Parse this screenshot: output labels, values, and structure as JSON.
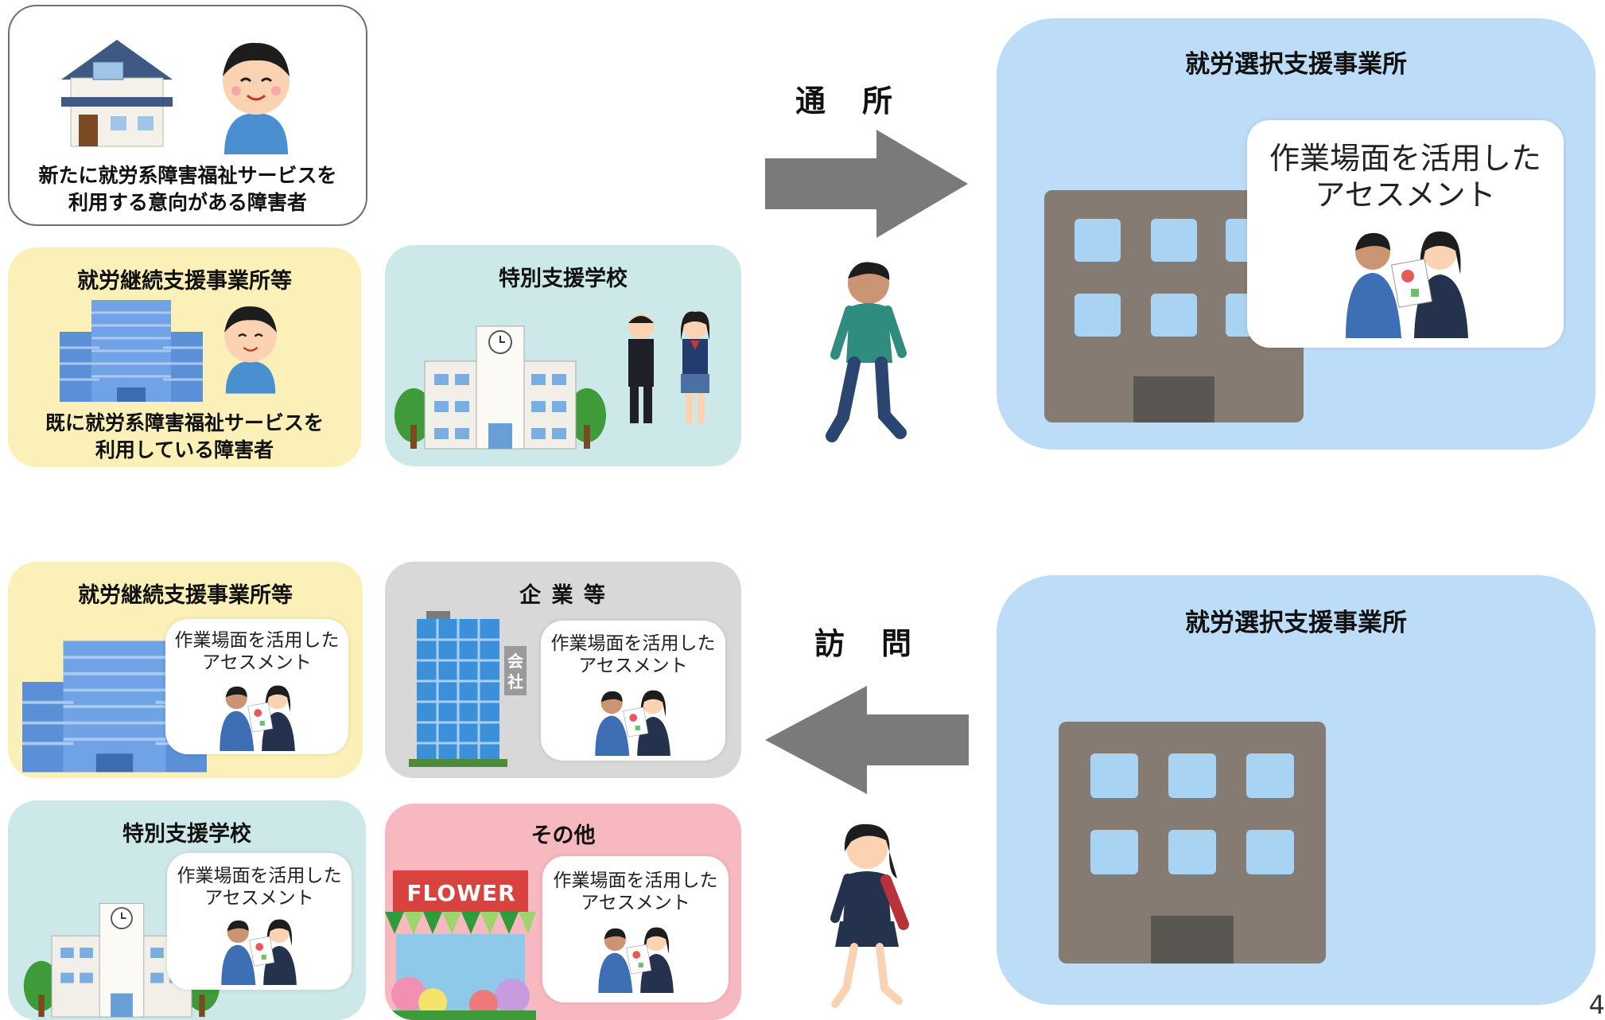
{
  "colors": {
    "yellow_box": "#fbf1b8",
    "teal_box": "#cde8e8",
    "gray_box": "#d8d8d8",
    "pink_box": "#f7b9bf",
    "blue_box": "#bcdcf8",
    "arrow": "#7a7a7a",
    "outline_box": "#ffffff"
  },
  "top": {
    "new_user_caption": "新たに就労系障害福祉サービスを\n利用する意向がある障害者",
    "continuing_title": "就労継続支援事業所等",
    "continuing_caption": "既に就労系障害福祉サービスを\n利用している障害者",
    "school_title": "特別支援学校",
    "direction_label": "通　所",
    "office_title": "就労選択支援事業所",
    "assessment_text": "作業場面を活用した\nアセスメント"
  },
  "bottom": {
    "continuing_title": "就労継続支援事業所等",
    "company_title": "企 業 等",
    "company_sign": "会社",
    "school_title": "特別支援学校",
    "other_title": "その他",
    "flower_sign": "FLOWER",
    "assessment_text": "作業場面を活用した\nアセスメント",
    "direction_label": "訪　問",
    "office_title": "就労選択支援事業所"
  },
  "page_number": "4",
  "icons": [
    "house-icon",
    "boy-icon",
    "office-building-icon",
    "school-icon",
    "students-icon",
    "walking-man-icon",
    "walking-woman-icon",
    "company-tower-icon",
    "flower-shop-icon",
    "interview-icon",
    "gray-building-icon",
    "arrow-right-icon",
    "arrow-left-icon"
  ]
}
